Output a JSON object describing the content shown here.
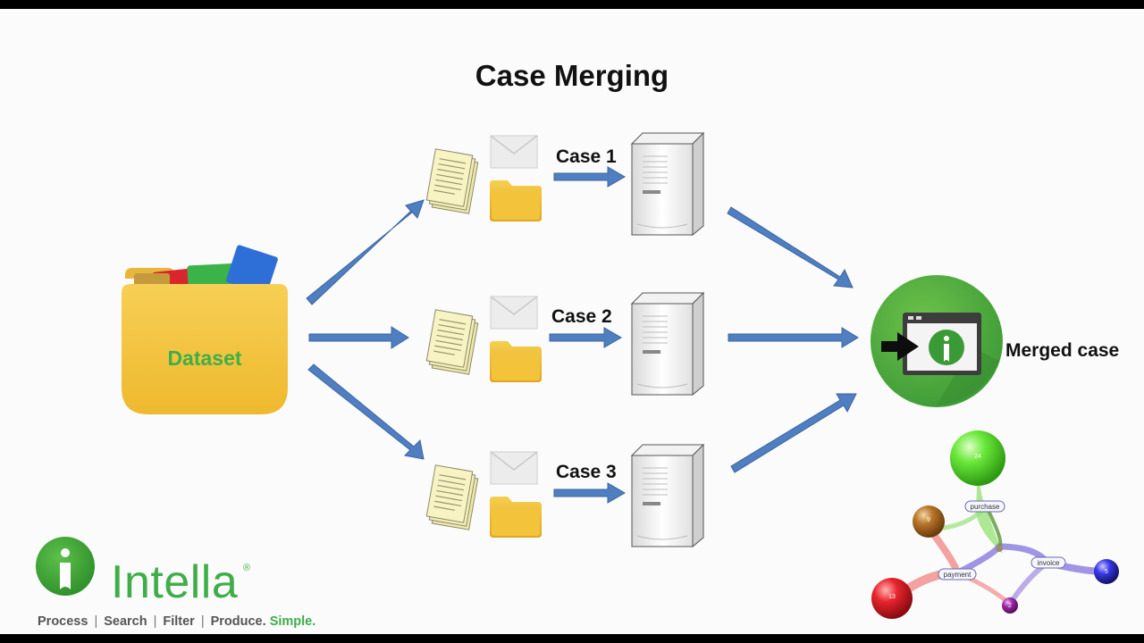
{
  "title": "Case Merging",
  "dataset": {
    "label": "Dataset"
  },
  "cases": [
    {
      "label": "Case 1"
    },
    {
      "label": "Case 2"
    },
    {
      "label": "Case 3"
    }
  ],
  "merged": {
    "label": "Merged case"
  },
  "brand": {
    "name": "Intella",
    "registered": "®",
    "tagline": {
      "process": "Process",
      "search": "Search",
      "filter": "Filter",
      "produce": "Produce.",
      "simple": "Simple.",
      "separator": "|"
    },
    "colors": {
      "green": "#3fae49",
      "arrow": "#4f7fc0"
    }
  },
  "graph": {
    "nodes": [
      {
        "name": "n24",
        "count": "24",
        "color": "#5fe03a"
      },
      {
        "name": "n9",
        "count": "9",
        "color": "#b06a1a"
      },
      {
        "name": "n13",
        "count": "13",
        "color": "#e0202a"
      },
      {
        "name": "n2",
        "count": "2",
        "color": "#9a2aa0"
      },
      {
        "name": "n5",
        "count": "5",
        "color": "#3a3ae0"
      }
    ],
    "labels": {
      "purchase": "purchase",
      "payment": "payment",
      "invoice": "invoice"
    }
  }
}
